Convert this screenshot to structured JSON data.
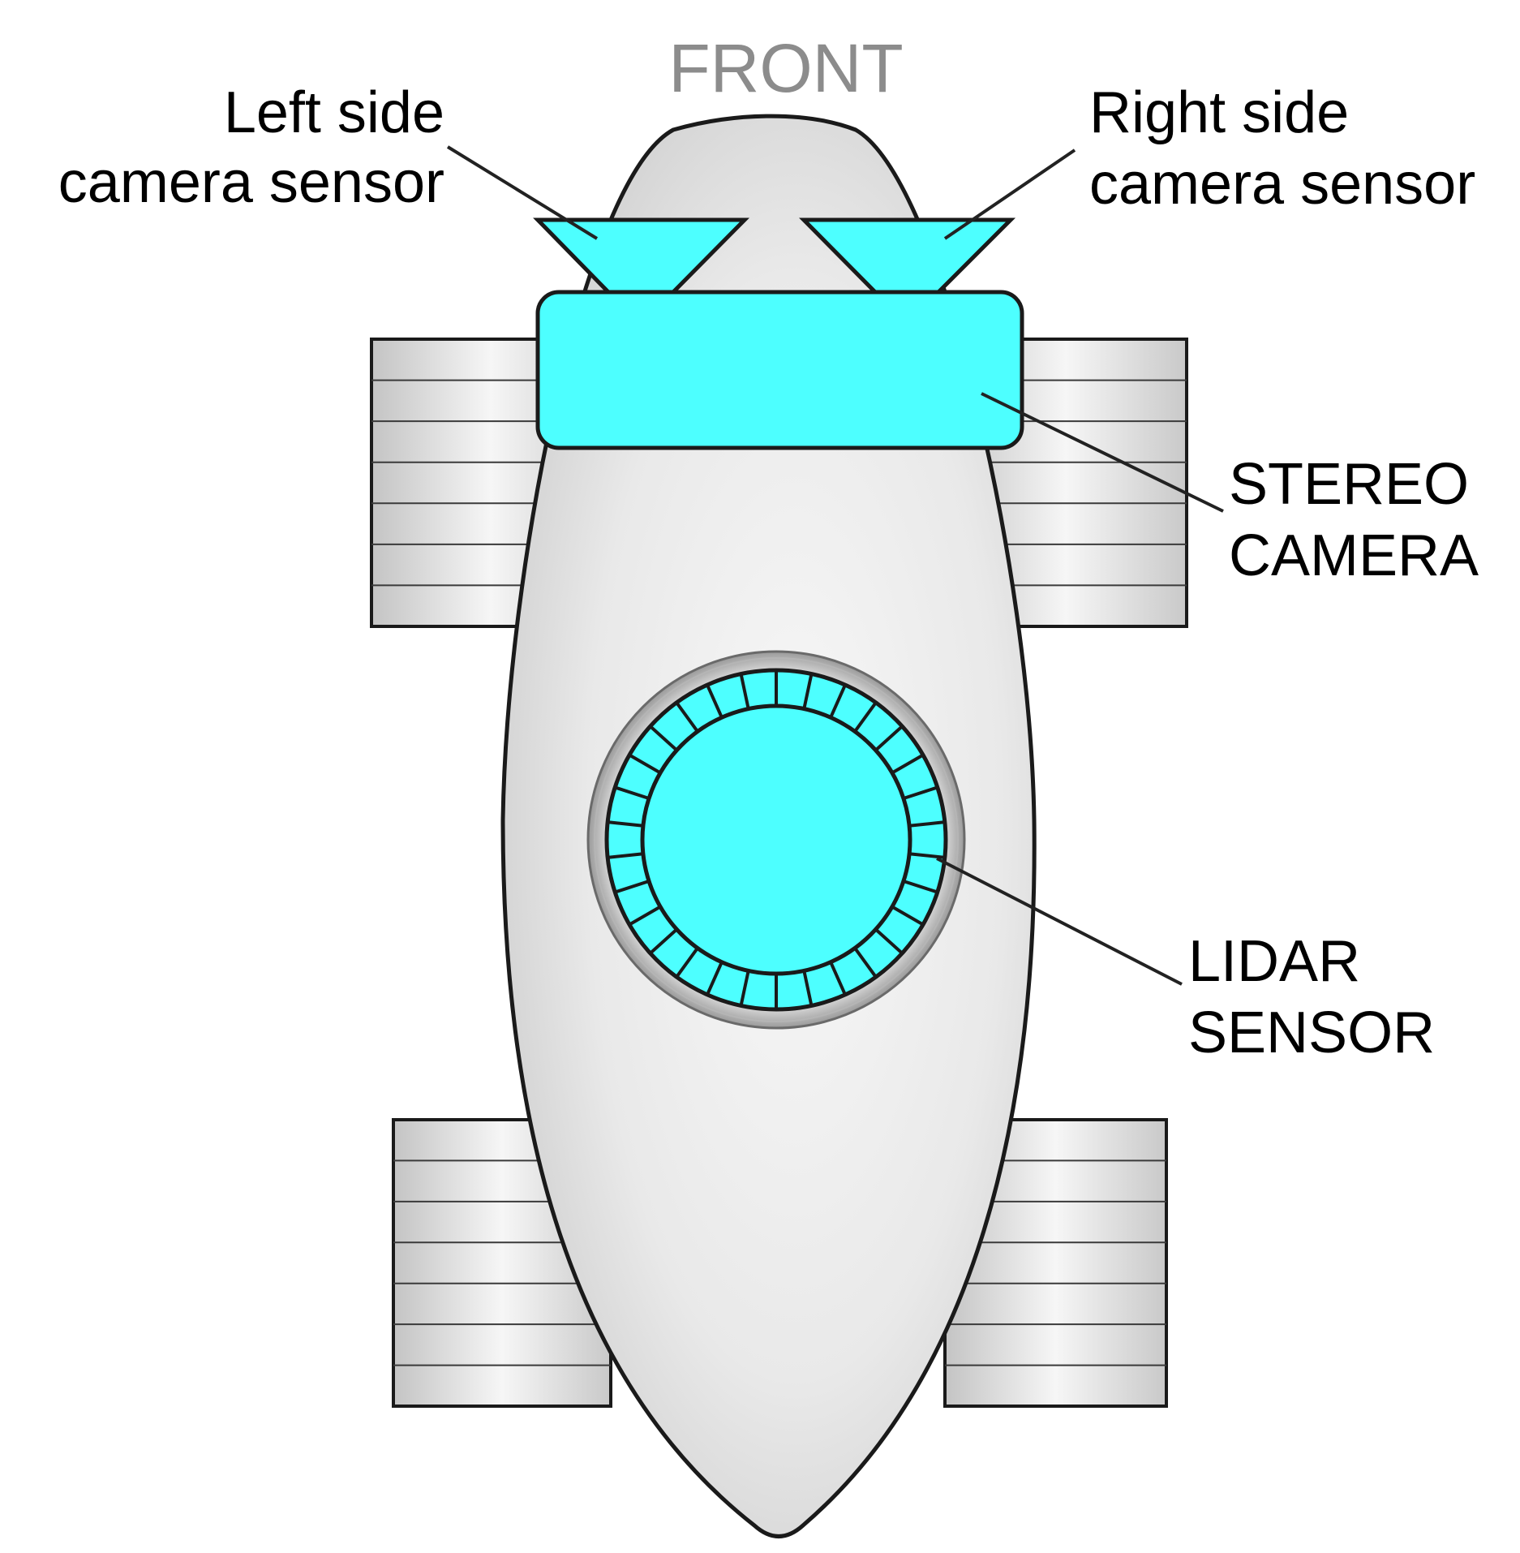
{
  "labels": {
    "front": "FRONT",
    "left_camera": [
      "Left side",
      "camera sensor"
    ],
    "right_camera": [
      "Right side",
      "camera sensor"
    ],
    "stereo_camera": [
      "STEREO",
      "CAMERA"
    ],
    "lidar_sensor": [
      "LIDAR",
      "SENSOR"
    ]
  },
  "colors": {
    "sensor": "#4dffff",
    "body": "#e4e4e4",
    "wheel": "#d6d6d6",
    "outline": "#1a1a1a",
    "front_text": "#8c8c8c"
  },
  "lidar": {
    "segments": 30
  }
}
